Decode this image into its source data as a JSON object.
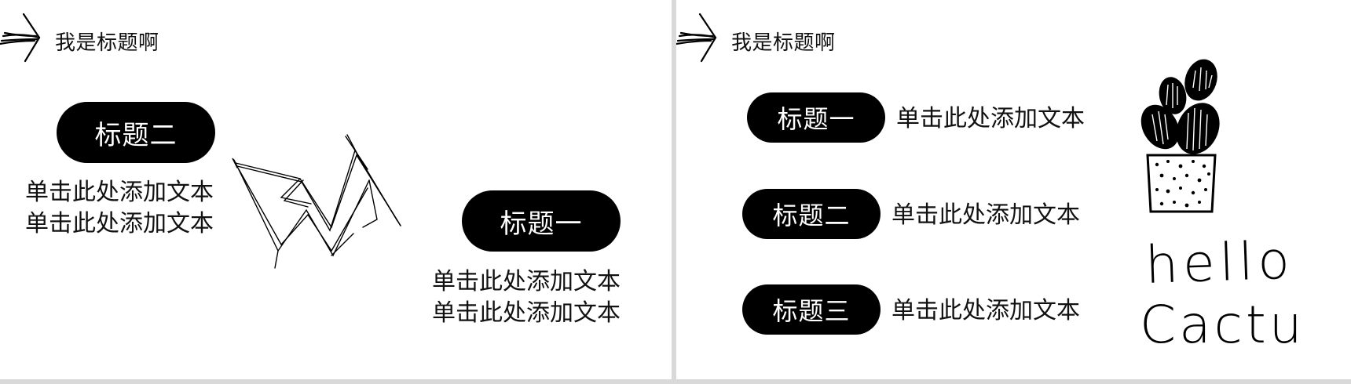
{
  "left_slide": {
    "title": "我是标题啊",
    "blocks": [
      {
        "heading": "标题二",
        "lines": [
          "单击此处添加文本",
          "单击此处添加文本"
        ]
      },
      {
        "heading": "标题一",
        "lines": [
          "单击此处添加文本",
          "单击此处添加文本"
        ]
      }
    ]
  },
  "right_slide": {
    "title": "我是标题啊",
    "rows": [
      {
        "heading": "标题一",
        "text": "单击此处添加文本"
      },
      {
        "heading": "标题二",
        "text": "单击此处添加文本"
      },
      {
        "heading": "标题三",
        "text": "单击此处添加文本"
      }
    ]
  },
  "icons": [
    "sketch-arrow-icon",
    "sketch-zigzag-arrow-icon",
    "cactus-pot-icon"
  ]
}
